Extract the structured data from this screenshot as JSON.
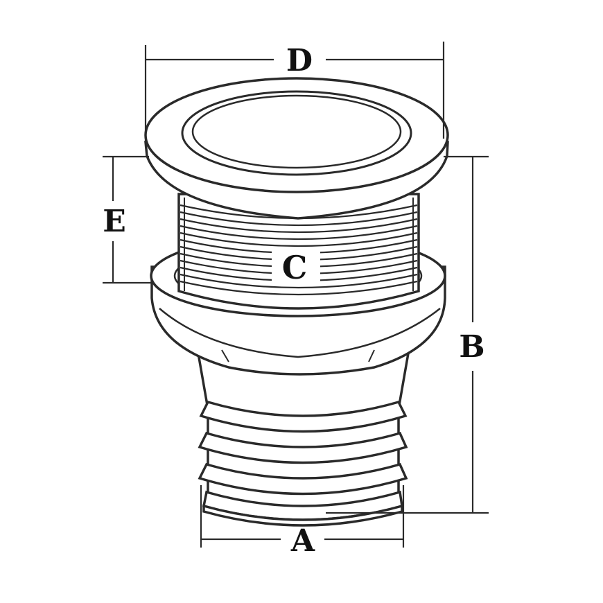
{
  "diagram": {
    "labels": {
      "a": "A",
      "b": "B",
      "c": "C",
      "d": "D",
      "e": "E"
    },
    "colors": {
      "line": "#2a2a2a",
      "fill": "#ffffff",
      "background": "#ffffff"
    },
    "icon": "thru-hull-fitting-icon"
  }
}
